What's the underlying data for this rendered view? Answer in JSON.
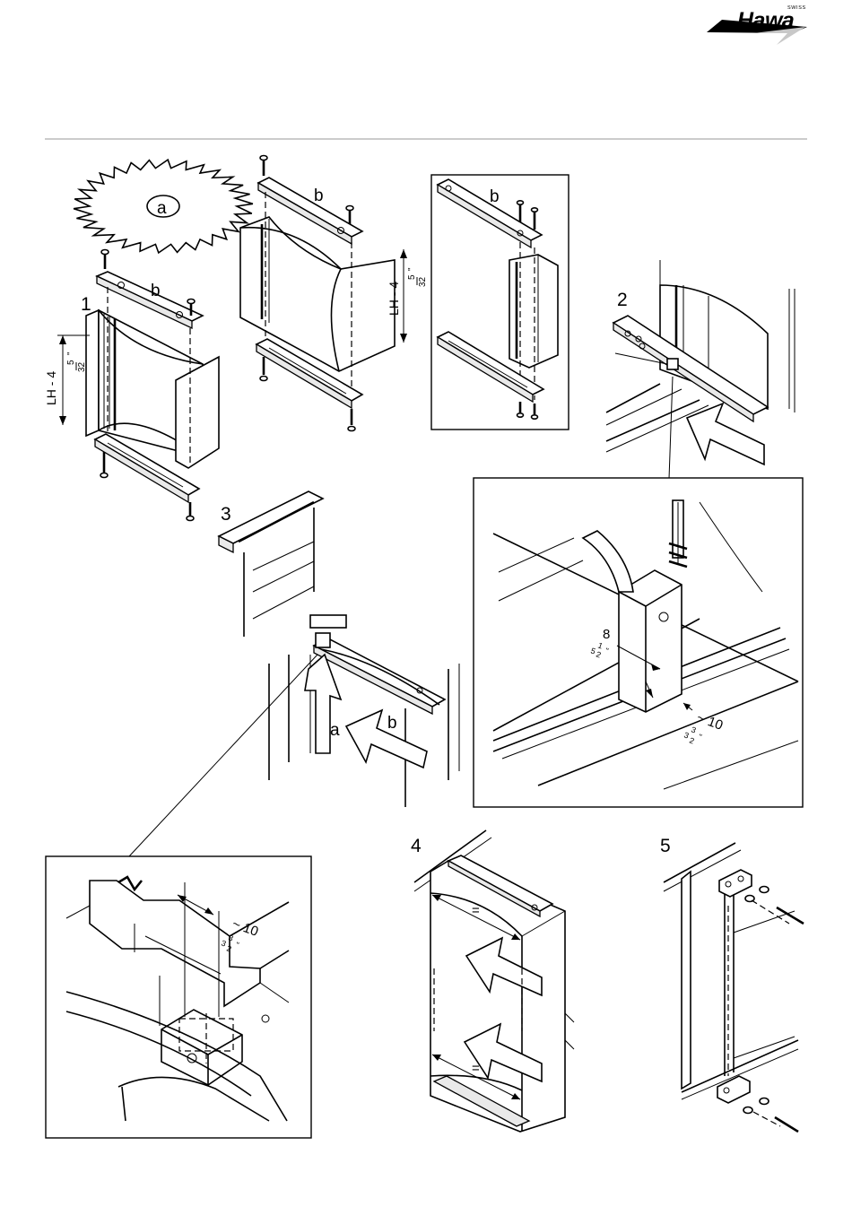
{
  "brand": {
    "name": "Hawa",
    "tagline": "SWISS"
  },
  "steps": [
    {
      "number": "1",
      "callouts": [
        "a",
        "b"
      ],
      "dimension": {
        "label": "LH - 4",
        "num": "5",
        "den": "32",
        "unit": "\""
      }
    },
    {
      "number": "2"
    },
    {
      "number": "3",
      "callouts": [
        "a",
        "b"
      ]
    },
    {
      "number": "4",
      "callouts": [
        "=",
        "="
      ]
    },
    {
      "number": "5"
    }
  ],
  "detail_1b": {
    "callout": "b",
    "dimension": {
      "label": "LH - 4",
      "num": "5",
      "den": "32",
      "unit": "\""
    }
  },
  "detail_1c": {
    "callout": "b"
  },
  "detail_2": {
    "dim_a": {
      "value": "8",
      "whole": "5",
      "num": "1",
      "den": "2",
      "unit": "\""
    },
    "dim_b": {
      "value": "~ 10",
      "whole": "3",
      "num": "3",
      "den": "2",
      "unit": "\""
    }
  },
  "detail_3": {
    "dim": {
      "value": "~ 10",
      "whole": "3",
      "num": "3",
      "den": "2",
      "unit": "\""
    }
  }
}
